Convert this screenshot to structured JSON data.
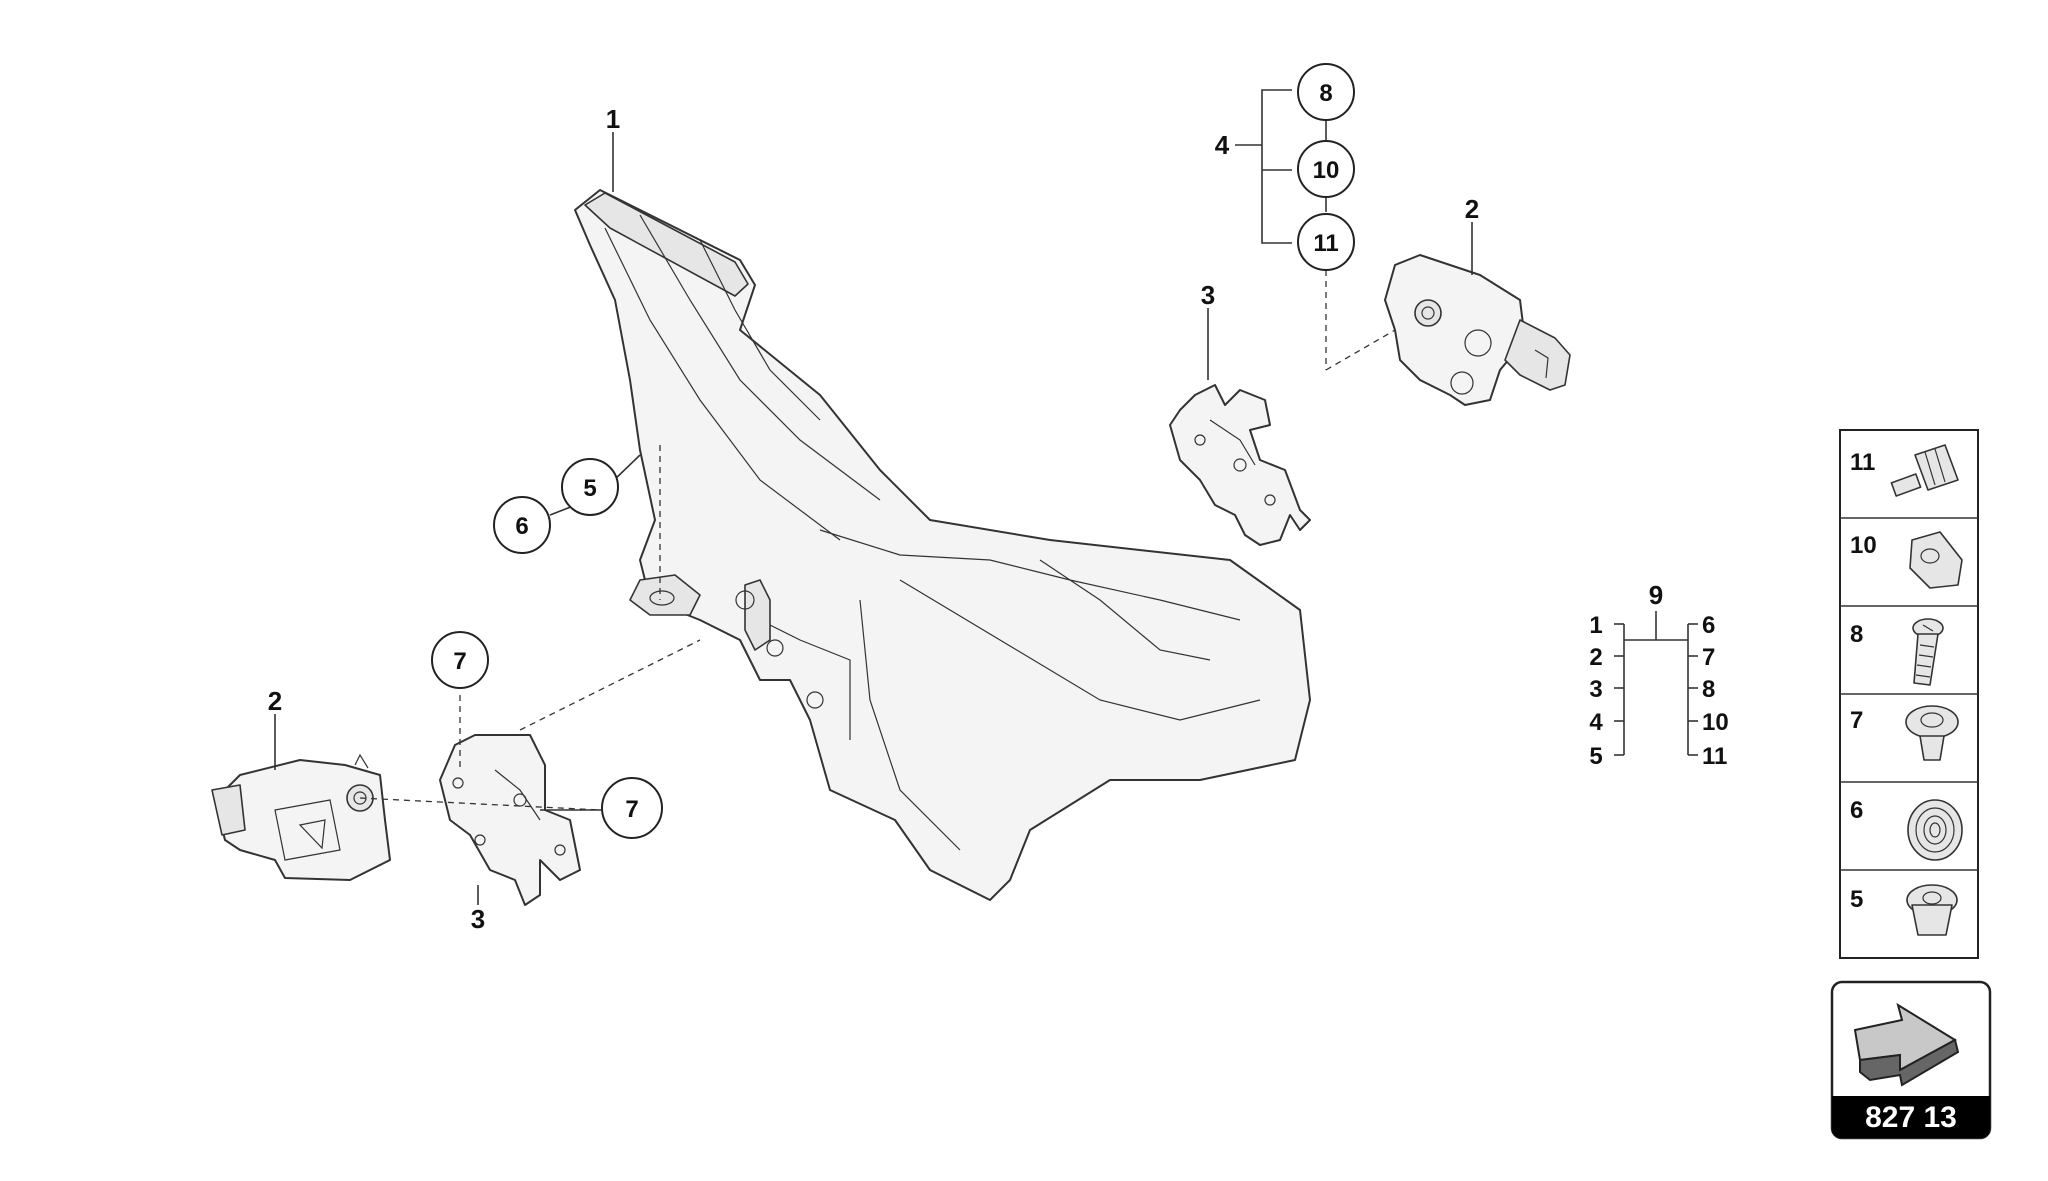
{
  "callouts": {
    "c1": "1",
    "c2_left": "2",
    "c2_right": "2",
    "c3_left": "3",
    "c3_right": "3",
    "c4": "4",
    "c5": "5",
    "c6": "6",
    "c7_top": "7",
    "c7_right": "7",
    "c8": "8",
    "c10": "10",
    "c11": "11"
  },
  "kit": {
    "header": "9",
    "left": [
      "1",
      "2",
      "3",
      "4",
      "5"
    ],
    "right": [
      "6",
      "7",
      "8",
      "10",
      "11"
    ]
  },
  "legend": {
    "items": [
      "11",
      "10",
      "8",
      "7",
      "6",
      "5"
    ]
  },
  "page_ref": "827 13"
}
